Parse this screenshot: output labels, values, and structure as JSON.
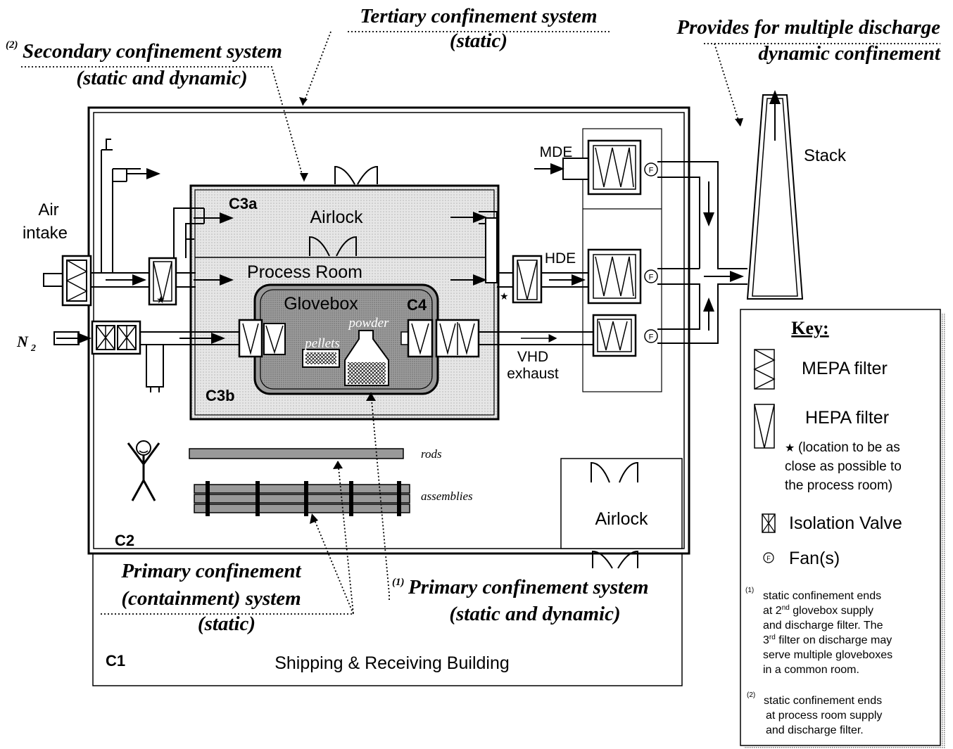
{
  "callouts": {
    "tertiary_1": "Tertiary confinement system",
    "tertiary_2": "(static)",
    "secondary_note": "(2)",
    "secondary_1": "Secondary confinement system",
    "secondary_2": "(static and dynamic)",
    "multi_1": "Provides for multiple discharge",
    "multi_2": "dynamic confinement",
    "primary_cont_1": "Primary confinement",
    "primary_cont_2": "(containment) system",
    "primary_cont_3": "(static)",
    "primary_sys_note": "(1)",
    "primary_sys_1": "Primary confinement system",
    "primary_sys_2": "(static and dynamic)"
  },
  "labels": {
    "air_1": "Air",
    "air_2": "intake",
    "n2": "N",
    "n2_sub": "2",
    "c3a": "C3a",
    "airlock_top": "Airlock",
    "process_room": "Process Room",
    "glovebox": "Glovebox",
    "c4": "C4",
    "powder": "powder",
    "pellets": "pellets",
    "c3b": "C3b",
    "mde": "MDE",
    "hde": "HDE",
    "vhd_1": "VHD",
    "vhd_2": "exhaust",
    "stack": "Stack",
    "rods": "rods",
    "assemblies": "assemblies",
    "airlock_bottom": "Airlock",
    "c2": "C2",
    "c1": "C1",
    "building": "Shipping & Receiving Building",
    "fan": "F"
  },
  "key": {
    "title": "Key:",
    "mepa": "MEPA filter",
    "hepa": "HEPA filter",
    "star": "★",
    "star_note_1": "(location to be as",
    "star_note_2": "close as possible to",
    "star_note_3": "the process room)",
    "valve": "Isolation Valve",
    "fan_symbol": "F",
    "fan": "Fan(s)",
    "note1_mark": "(1)",
    "note1_l1": "static confinement ends",
    "note1_l2a": "at 2",
    "note1_l2sup": "nd",
    "note1_l2b": " glovebox supply",
    "note1_l3": "and discharge filter. The",
    "note1_l4a": "3",
    "note1_l4sup": "rd",
    "note1_l4b": " filter on discharge may",
    "note1_l5": "serve multiple gloveboxes",
    "note1_l6": "in a common room.",
    "note2_mark": "(2)",
    "note2_l1": "static confinement ends",
    "note2_l2": "at process room supply",
    "note2_l3": "and discharge filter."
  }
}
